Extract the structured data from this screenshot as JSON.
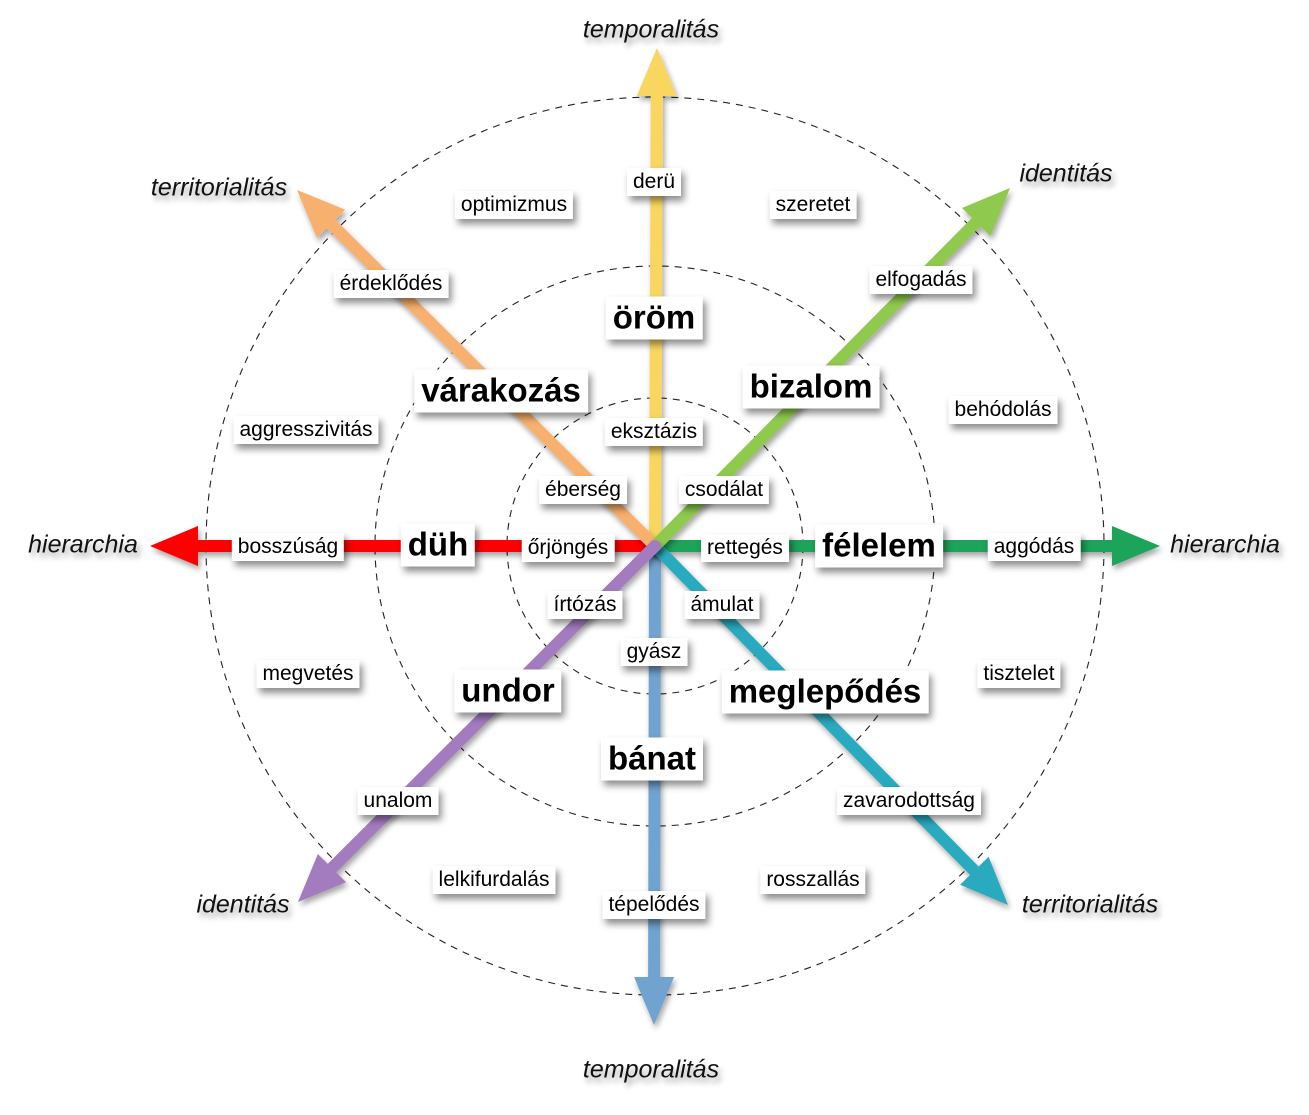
{
  "diagram": {
    "type": "emotion-wheel",
    "rings": [
      "inner",
      "middle",
      "outer"
    ],
    "axes": [
      {
        "id": "up",
        "label": "temporalitás",
        "color": "#f9d65e"
      },
      {
        "id": "down",
        "label": "temporalitás",
        "color": "#6fa3cf"
      },
      {
        "id": "left",
        "label": "hierarchia",
        "color": "#ff0000"
      },
      {
        "id": "right",
        "label": "hierarchia",
        "color": "#1fa45a"
      },
      {
        "id": "upleft",
        "label": "territorialitás",
        "color": "#f8b06e"
      },
      {
        "id": "downright",
        "label": "territorialitás",
        "color": "#2aaabf"
      },
      {
        "id": "upright",
        "label": "identitás",
        "color": "#8fc94e"
      },
      {
        "id": "downleft",
        "label": "identitás",
        "color": "#a27cbf"
      }
    ],
    "primary": {
      "up": "öröm",
      "upleft": "várakozás",
      "upright": "bizalom",
      "left": "düh",
      "right": "félelem",
      "downleft": "undor",
      "downright": "meglepődés",
      "down": "bánat"
    },
    "intense": {
      "up": "eksztázis",
      "upleft": "éberség",
      "upright": "csodálat",
      "left": "őrjöngés",
      "right": "rettegés",
      "downleft": "írtózás",
      "downright": "ámulat",
      "down": "gyász"
    },
    "mild": {
      "up": "derü",
      "upleft": "érdeklődés",
      "upright": "elfogadás",
      "left": "bosszúság",
      "right": "aggódás",
      "downleft": "unalom",
      "downright": "zavarodottság",
      "down": "tépelődés"
    },
    "dyads": {
      "upleft_up": "optimizmus",
      "up_upright": "szeretet",
      "upright_right": "behódolás",
      "right_downright": "tisztelet",
      "downright_down": "rosszallás",
      "down_downleft": "lelkifurdalás",
      "downleft_left": "megvetés",
      "left_upleft": "aggresszivitás"
    }
  }
}
